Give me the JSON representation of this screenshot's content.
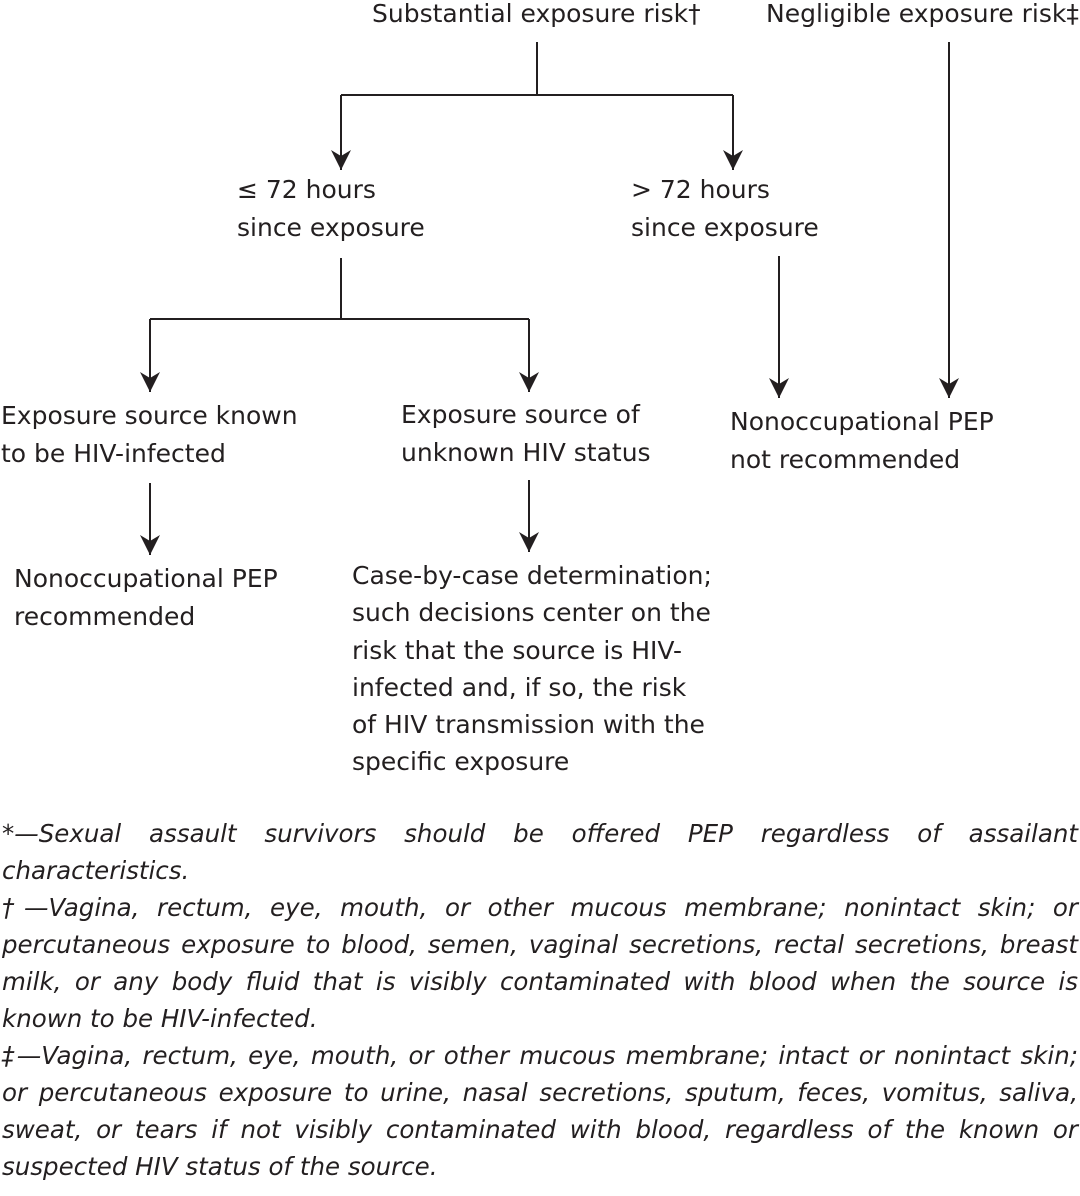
{
  "nodes": {
    "substantial": "Substantial exposure risk†",
    "negligible": "Negligible exposure risk‡",
    "le72": "≤ 72 hours\nsince exposure",
    "gt72": ">  72 hours\nsince exposure",
    "known_source": "Exposure source known\nto be HIV-infected",
    "unknown_source": "Exposure source of\nunknown HIV status",
    "not_recommended": "Nonoccupational PEP\nnot recommended",
    "recommended": "Nonoccupational PEP\nrecommended",
    "case_by_case": "Case-by-case determination;\nsuch decisions center on the\nrisk that the source is HIV-\ninfected and, if so, the risk\nof HIV transmission with the\nspecific exposure"
  },
  "footnotes": {
    "asterisk": "*—Sexual assault survivors should be offered PEP regardless of assailant characteristics.",
    "dagger": "†—Vagina, rectum, eye, mouth, or other mucous membrane; nonintact skin; or percutaneous exposure to blood, semen, vaginal secretions, rectal secretions, breast milk, or any body fluid that is visibly contaminated with blood when the source is known to be HIV-infected.",
    "double_dagger": "‡—Vagina, rectum, eye, mouth, or other mucous membrane; intact or nonintact skin; or percutaneous exposure to urine, nasal secretions, sputum, feces, vomitus, saliva, sweat, or tears if not visibly contaminated with blood, regardless of the known or suspected HIV status of the source."
  }
}
